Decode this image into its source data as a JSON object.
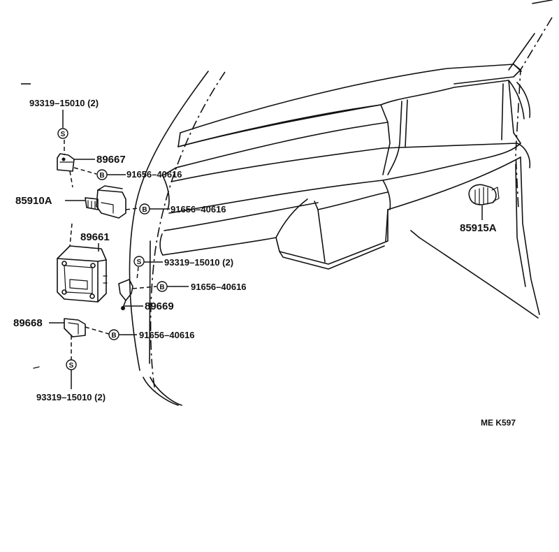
{
  "labels": {
    "p93319_top": "93319–15010 (2)",
    "p89667": "89667",
    "b1": "91656–40616",
    "p85910A": "85910A",
    "b2": "91656–40616",
    "p89661": "89661",
    "s_mid": "93319–15010 (2)",
    "b3": "91656–40616",
    "p89669": "89669",
    "p89668": "89668",
    "b4": "91656–40616",
    "p93319_bottom": "93319–15010 (2)",
    "p85915A": "85915A"
  },
  "symbols": {
    "screw": "S",
    "bolt": "B"
  },
  "drawing_code": "ME K597"
}
